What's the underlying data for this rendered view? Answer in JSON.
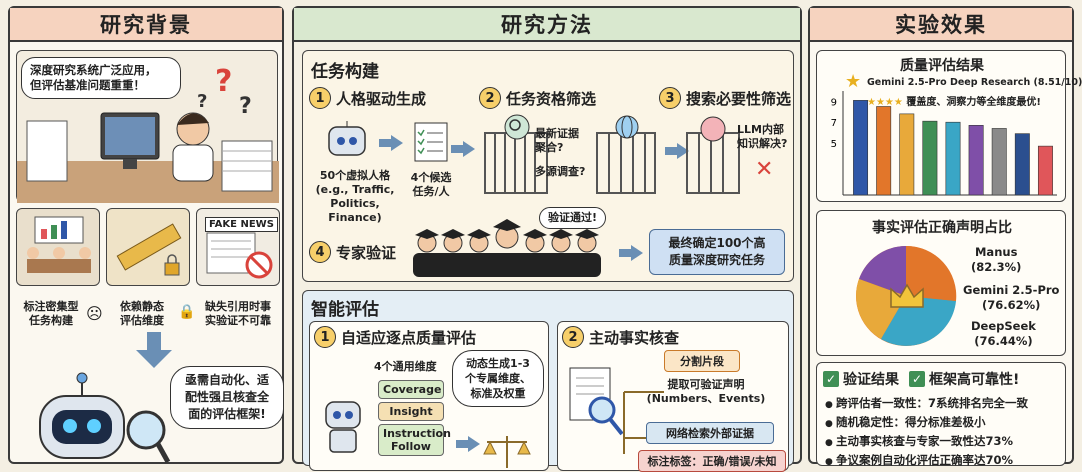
{
  "col1": {
    "title": "研究背景",
    "bubble": "深度研究系统广泛应用，\n但评估基准问题重重！",
    "issues": [
      {
        "label": "标注密集型\n任务构建"
      },
      {
        "label": "依赖静态\n评估维度"
      },
      {
        "label": "缺失引用时事\n实验证不可靠"
      }
    ],
    "fake_news": "FAKE NEWS",
    "robot_bubble": "亟需自动化、适\n配性强且核查全\n面的评估框架!"
  },
  "col2": {
    "title": "研究方法",
    "task": {
      "title": "任务构建",
      "steps": [
        {
          "num": "1",
          "label": "人格驱动生成"
        },
        {
          "num": "2",
          "label": "任务资格筛选"
        },
        {
          "num": "3",
          "label": "搜索必要性筛选"
        }
      ],
      "persona_text": "50个虚拟人格\n(e.g., Traffic,\nPolitics, Finance)",
      "candidate_text": "4个候选\n任务/人",
      "q1": "最新证据\n聚合?",
      "q2": "多源调查?",
      "q3": "LLM内部\n知识解决?",
      "expert_num": "4",
      "expert_label": "专家验证",
      "verify_bubble": "验证通过!",
      "final_box": "最终确定100个高\n质量深度研究任务"
    },
    "eval": {
      "title": "智能评估",
      "s1_num": "1",
      "s1_label": "自适应逐点质量评估",
      "dims_label": "4个通用维度",
      "dims": [
        "Coverage",
        "Insight",
        "Instruction\nFollow"
      ],
      "dynamic_bubble": "动态生成1-3\n个专属维度、\n标准及权重",
      "s2_num": "2",
      "s2_label": "主动事实核查",
      "split": "分割片段",
      "extract": "提取可验证声明\n(Numbers、Events)",
      "search": "网络检索外部证据",
      "labels": "标注标签：正确/错误/未知"
    }
  },
  "col3": {
    "title": "实验效果",
    "quality_title": "质量评估结果",
    "top_label": "Gemini 2.5-Pro Deep Research (8.51/10)",
    "top_note": "覆盖度、洞察力等全维度最优!",
    "pie_title": "事实评估正确声明占比",
    "pie_labels": [
      {
        "name": "Manus",
        "value": "(82.3%)"
      },
      {
        "name": "Gemini 2.5-Pro",
        "value": "(76.62%)"
      },
      {
        "name": "DeepSeek",
        "value": "(76.44%)"
      }
    ],
    "verify_title": "验证结果",
    "verify_title2": "框架高可靠性!",
    "bullets": [
      "跨评估者一致性：7系统排名完全一致",
      "随机稳定性：得分标准差极小",
      "主动事实核查与专家一致性达73%",
      "争议案例自动化评估正确率达70%"
    ]
  },
  "chart_data": {
    "type": "bar",
    "title": "质量评估结果",
    "values": [
      9.1,
      8.51,
      7.8,
      7.1,
      7.0,
      6.7,
      6.4,
      5.9,
      4.7
    ],
    "colors": [
      "#2f57a8",
      "#e2762a",
      "#e8a93a",
      "#3f8f55",
      "#3aa6c6",
      "#7f4fa8",
      "#8a8a8a",
      "#2b4f8f",
      "#e0565a"
    ],
    "ylim": [
      0,
      10
    ],
    "yticks": [
      5,
      7,
      9
    ]
  }
}
